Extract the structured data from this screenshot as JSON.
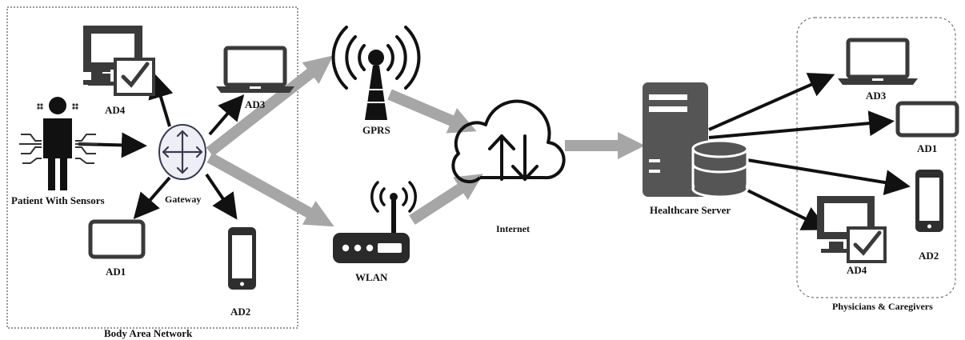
{
  "diagram": {
    "regions": {
      "body_area_network": "Body Area Network",
      "physicians_caregivers": "Physicians & Caregivers"
    },
    "nodes": {
      "patient": "Patient With Sensors",
      "gateway": "Gateway",
      "ban_ad1": "AD1",
      "ban_ad2": "AD2",
      "ban_ad3": "AD3",
      "ban_ad4": "AD4",
      "gprs": "GPRS",
      "wlan": "WLAN",
      "internet": "Internet",
      "server": "Healthcare Server",
      "pc_ad1": "AD1",
      "pc_ad2": "AD2",
      "pc_ad3": "AD3",
      "pc_ad4": "AD4"
    },
    "colors": {
      "black_arrow": "#111111",
      "gray_arrow": "#a6a6a6",
      "icon_dark": "#3a3a3a",
      "server": "#555555"
    }
  }
}
